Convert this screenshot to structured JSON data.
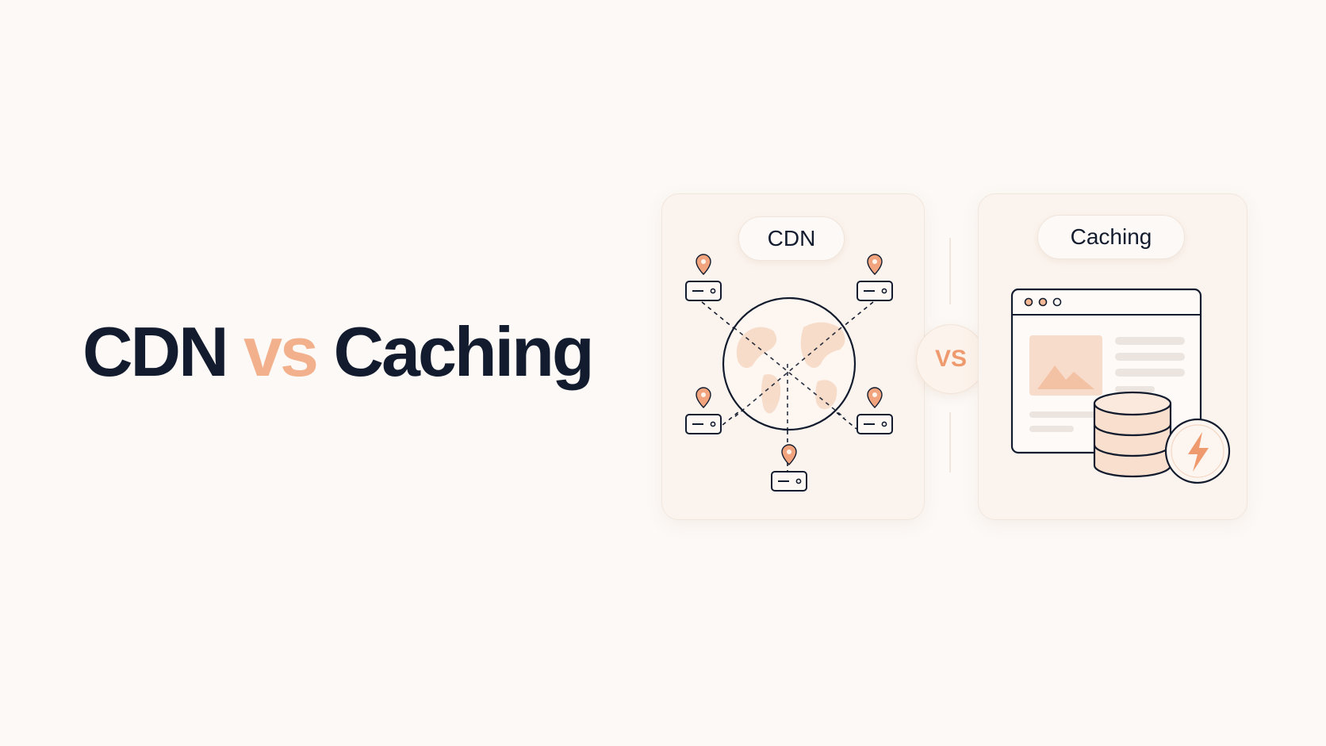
{
  "headline": {
    "part1": "CDN",
    "part2": "vs",
    "part3": "Caching"
  },
  "cdn_card": {
    "label": "CDN"
  },
  "caching_card": {
    "label": "Caching"
  },
  "vs_badge": {
    "label": "VS"
  },
  "colors": {
    "background": "#fcf9f6",
    "ink": "#131c2e",
    "accent": "#ef9a6e",
    "accent_light": "#f2b08c",
    "card": "#fbf4ee"
  },
  "icons": [
    "globe-icon",
    "location-pin-icon",
    "server-icon",
    "browser-window-icon",
    "image-placeholder-icon",
    "database-icon",
    "lightning-bolt-icon"
  ]
}
